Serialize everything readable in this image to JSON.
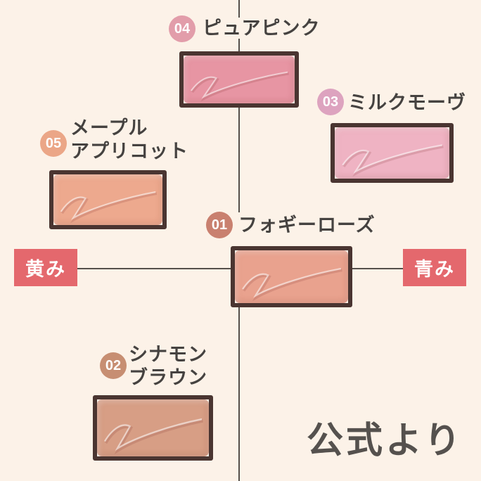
{
  "canvas": {
    "background": "#fcf2e8"
  },
  "axis": {
    "left_label": "黄み",
    "right_label": "青み",
    "label_bg": "#e4686d",
    "label_text_color": "#ffffff",
    "line_color": "#55504b"
  },
  "credit": {
    "text": "公式より",
    "color": "#55514e"
  },
  "pan_frame_color": "#4a3531",
  "products": {
    "p01": {
      "number": "01",
      "name": "フォギーローズ",
      "badge_color": "#c9806f",
      "pan_color": "#e9a28e"
    },
    "p02": {
      "number": "02",
      "name_line1": "シナモン",
      "name_line2": "ブラウン",
      "badge_color": "#c78e72",
      "pan_color": "#d79e85"
    },
    "p03": {
      "number": "03",
      "name": "ミルクモーヴ",
      "badge_color": "#dda3bf",
      "pan_color": "#efb3c3"
    },
    "p04": {
      "number": "04",
      "name": "ピュアピンク",
      "badge_color": "#e29daa",
      "pan_color": "#e795a3"
    },
    "p05": {
      "number": "05",
      "name_line1": "メープル",
      "name_line2": "アプリコット",
      "badge_color": "#eba687",
      "pan_color": "#eda98e"
    }
  }
}
